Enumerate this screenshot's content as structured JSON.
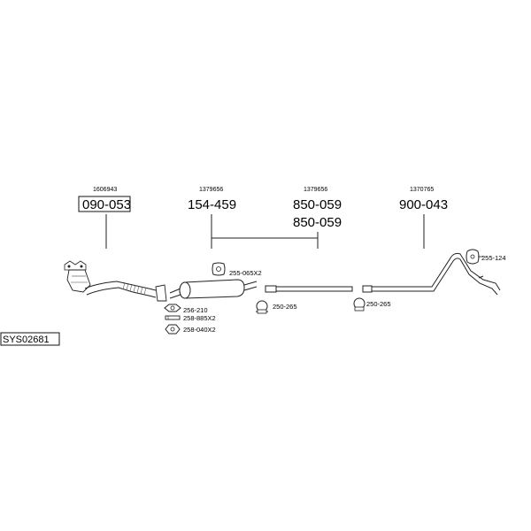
{
  "system_code": "SYS02681",
  "parts": [
    {
      "oe": "1606943",
      "part_number": "090-053",
      "boxed": true
    },
    {
      "oe": "1379656",
      "part_number": "154-459"
    },
    {
      "oe": "1379656",
      "part_number": "850-059",
      "extra": "850-059"
    },
    {
      "oe": "1370765",
      "part_number": "900-043"
    }
  ],
  "accessories": {
    "gasket_top": "255-065X2",
    "clamp_1": "250-265",
    "clamp_2": "250-265",
    "hanger": "255-124",
    "gasket_flange": "256-210",
    "bolt": "258-885X2",
    "nut": "258-040X2"
  }
}
